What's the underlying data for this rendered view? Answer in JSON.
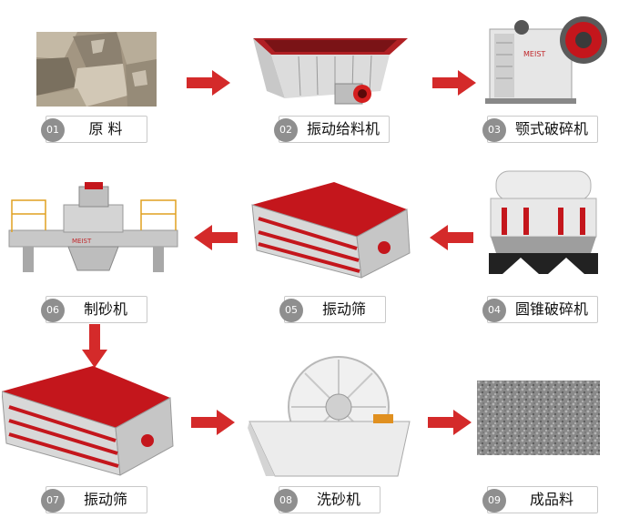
{
  "steps": [
    {
      "num": "01",
      "label": "原 料"
    },
    {
      "num": "02",
      "label": "振动给料机"
    },
    {
      "num": "03",
      "label": "颚式破碎机"
    },
    {
      "num": "04",
      "label": "圆锥破碎机"
    },
    {
      "num": "05",
      "label": "振动筛"
    },
    {
      "num": "06",
      "label": "制砂机"
    },
    {
      "num": "07",
      "label": "振动筛"
    },
    {
      "num": "08",
      "label": "洗砂机"
    },
    {
      "num": "09",
      "label": "成品料"
    }
  ],
  "arrow_color": "#d42a2a"
}
